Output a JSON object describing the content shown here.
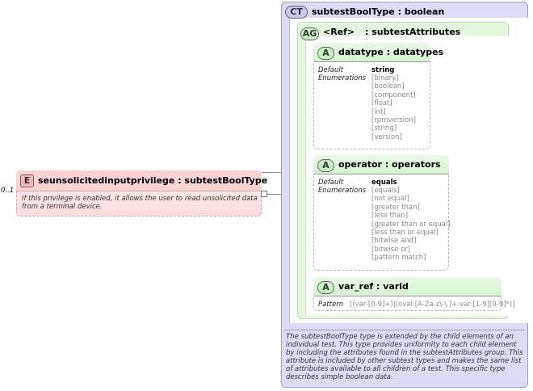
{
  "element": {
    "badge": "E",
    "name": "seunsolicitedinputprivilege",
    "type": ": subtestBoolType",
    "cardinality": "0..1",
    "doc": "If this privilege is enabled, it allows the user to read unsolicited data from a terminal device."
  },
  "complex_type": {
    "badge": "CT",
    "name": "subtestBoolType",
    "base": ": boolean",
    "doc": "The subtestBoolType type is extended by the child elements of an individual test.  This type provides uniformity to each child element by including the attributes found in the subtestAttributes group.  This attribute is included by other subtest types and makes the same list of attributes available to all children of a test.  This specific type describes simple boolean data."
  },
  "attribute_group": {
    "badge": "AG",
    "ref": "<Ref>",
    "name": ": subtestAttributes"
  },
  "attributes": [
    {
      "badge": "A",
      "name": "datatype",
      "type": ": datatypes",
      "default_label": "Default",
      "default_value": "string",
      "enum_label": "Enumerations",
      "enumerations": [
        "[binary]",
        "[boolean]",
        "[component]",
        "[float]",
        "[int]",
        "[rpmversion]",
        "[string]",
        "[version]"
      ]
    },
    {
      "badge": "A",
      "name": "operator",
      "type": ": operators",
      "default_label": "Default",
      "default_value": "equals",
      "enum_label": "Enumerations",
      "enumerations": [
        "[equals]",
        "[not equal]",
        "[greater than]",
        "[less than]",
        "[greater than or equal]",
        "[less than or equal]",
        "[bitwise and]",
        "[bitwise or]",
        "[pattern match]"
      ]
    },
    {
      "badge": "A",
      "name": "var_ref",
      "type": ": varid",
      "pattern_label": "Pattern",
      "pattern_value": "[(var-[0-9]+)|(oval:[A-Za-z\\-\\.]+:var:[1-9][0-9]*)]"
    }
  ]
}
